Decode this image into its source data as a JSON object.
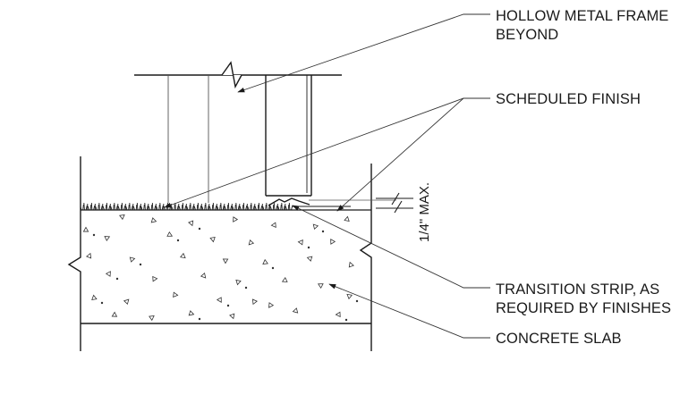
{
  "callouts": {
    "frame": {
      "line1": "HOLLOW METAL FRAME",
      "line2": "BEYOND"
    },
    "finish": {
      "line1": "SCHEDULED FINISH"
    },
    "transition": {
      "line1": "TRANSITION STRIP, AS",
      "line2": "REQUIRED BY FINISHES"
    },
    "slab": {
      "line1": "CONCRETE SLAB"
    }
  },
  "dimension": {
    "label": "1/4\" MAX."
  },
  "colors": {
    "line": "#1a1a1a",
    "leader": "#333333",
    "thin": "#555555"
  }
}
